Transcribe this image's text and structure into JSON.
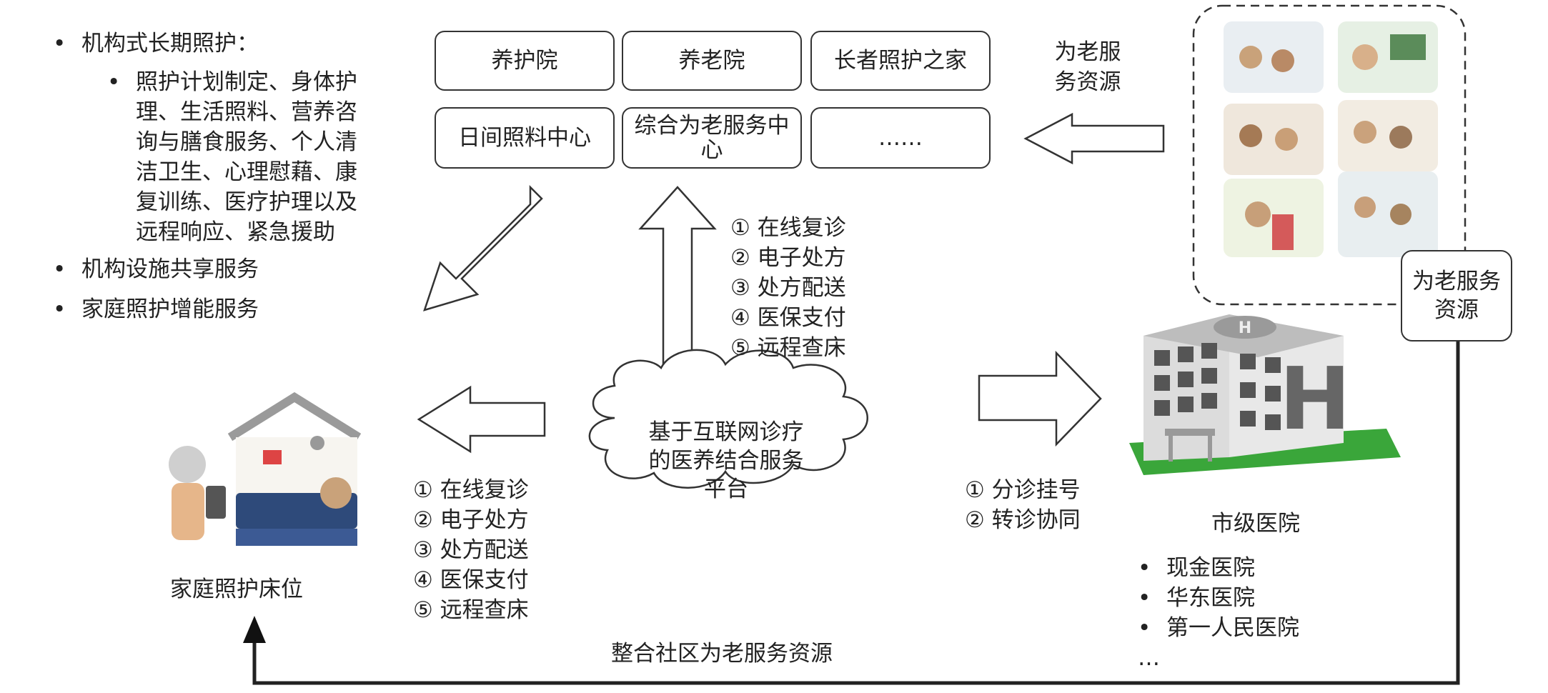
{
  "institution_section": {
    "items": [
      {
        "label": "机构式长期照护：",
        "sub_lines": [
          "照护计划制定、身体护",
          "理、生活照料、营养咨",
          "询与膳食服务、个人清",
          "洁卫生、心理慰藉、康",
          "复训练、医疗护理以及",
          "远程响应、紧急援助"
        ]
      },
      {
        "label": "机构设施共享服务"
      },
      {
        "label": "家庭照护增能服务"
      }
    ]
  },
  "service_institutions": [
    "养护院",
    "养老院",
    "长者照护之家",
    "日间照料中心",
    "综合为老服务中心",
    "……"
  ],
  "resource_label_top": "为老服务资源",
  "resource_label_right": "为老服务资源",
  "platform_label": "基于互联网诊疗的医养结合服务平台",
  "up_services": [
    "① 在线复诊",
    "② 电子处方",
    "③ 处方配送",
    "④ 医保支付",
    "⑤ 远程查床"
  ],
  "left_services": [
    "① 在线复诊",
    "② 电子处方",
    "③ 处方配送",
    "④ 医保支付",
    "⑤ 远程查床"
  ],
  "right_services": [
    "① 分诊挂号",
    "② 转诊协同"
  ],
  "home_label": "家庭照护床位",
  "hospital_label": "市级医院",
  "hospital_list": [
    "现金医院",
    "华东医院",
    "第一人民医院"
  ],
  "hospital_more": "…",
  "bottom_label": "整合社区为老服务资源",
  "colors": {
    "stroke": "#333333",
    "grass": "#3aa63a",
    "roof": "#9a9a9a",
    "hospital_wall": "#e8e8e8",
    "hospital_window": "#555555"
  }
}
